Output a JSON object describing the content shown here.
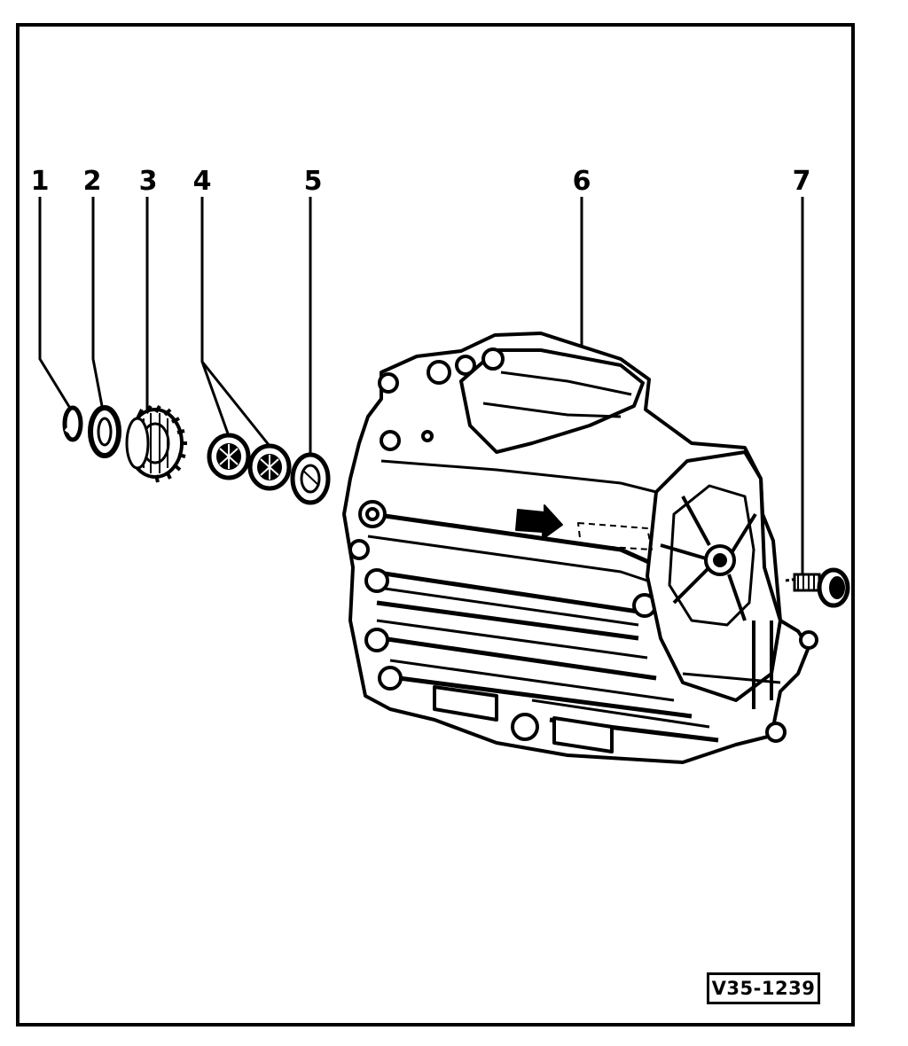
{
  "diagram": {
    "callouts": [
      {
        "id": "1",
        "part": "circlip"
      },
      {
        "id": "2",
        "part": "washer"
      },
      {
        "id": "3",
        "part": "gear"
      },
      {
        "id": "4",
        "part": "needle-bearings"
      },
      {
        "id": "5",
        "part": "thrust-washer"
      },
      {
        "id": "6",
        "part": "gearbox-housing"
      },
      {
        "id": "7",
        "part": "bolt"
      }
    ],
    "reference_code": "V35-1239",
    "colors": {
      "line": "#000000",
      "background": "#ffffff"
    }
  }
}
